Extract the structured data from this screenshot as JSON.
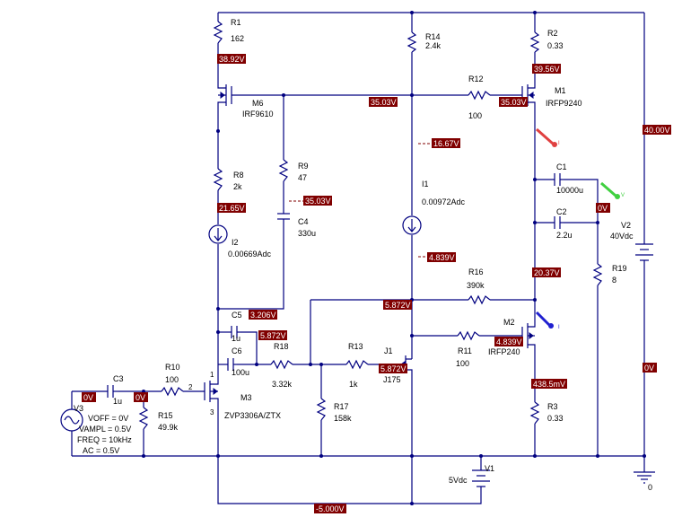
{
  "components": [
    {
      "id": "r1",
      "name": "R1",
      "value": "162"
    },
    {
      "id": "r2",
      "name": "R2",
      "value": "0.33"
    },
    {
      "id": "r14",
      "name": "R14",
      "value": "2.4k"
    },
    {
      "id": "r12",
      "name": "R12",
      "value": "100"
    },
    {
      "id": "m6",
      "name": "M6",
      "value": "IRF9610"
    },
    {
      "id": "m1",
      "name": "M1",
      "value": "IRFP9240"
    },
    {
      "id": "r8",
      "name": "R8",
      "value": "2k"
    },
    {
      "id": "r9",
      "name": "R9",
      "value": "47"
    },
    {
      "id": "c4",
      "name": "C4",
      "value": "330u"
    },
    {
      "id": "i1",
      "name": "I1",
      "value": "0.00972Adc"
    },
    {
      "id": "c1",
      "name": "C1",
      "value": "10000u"
    },
    {
      "id": "c2",
      "name": "C2",
      "value": "2.2u"
    },
    {
      "id": "v2",
      "name": "V2",
      "value": "40Vdc"
    },
    {
      "id": "i2",
      "name": "I2",
      "value": "0.00669Adc"
    },
    {
      "id": "r16",
      "name": "R16",
      "value": "390k"
    },
    {
      "id": "r19",
      "name": "R19",
      "value": "8"
    },
    {
      "id": "c5",
      "name": "C5",
      "value": "1u"
    },
    {
      "id": "m2",
      "name": "M2",
      "value": "IRFP240"
    },
    {
      "id": "c6",
      "name": "C6",
      "value": "100u"
    },
    {
      "id": "r18",
      "name": "R18",
      "value": "3.32k"
    },
    {
      "id": "r13",
      "name": "R13",
      "value": "1k"
    },
    {
      "id": "j1",
      "name": "J1",
      "value": "J175"
    },
    {
      "id": "r11",
      "name": "R11",
      "value": "100"
    },
    {
      "id": "c3",
      "name": "C3",
      "value": "1u"
    },
    {
      "id": "r10",
      "name": "R10",
      "value": "100"
    },
    {
      "id": "m3",
      "name": "M3",
      "value": "ZVP3306A/ZTX"
    },
    {
      "id": "r17",
      "name": "R17",
      "value": "158k"
    },
    {
      "id": "r3",
      "name": "R3",
      "value": "0.33"
    },
    {
      "id": "r15",
      "name": "R15",
      "value": "49.9k"
    },
    {
      "id": "v1",
      "name": "V1",
      "value": "5Vdc"
    }
  ],
  "v3": {
    "name": "V3",
    "params": [
      "VOFF = 0V",
      "VAMPL = 0.5V",
      "FREQ = 10kHz",
      "AC = 0.5V"
    ]
  },
  "voltages": [
    "38.92V",
    "39.56V",
    "35.03V",
    "35.03V",
    "40.00V",
    "16.67V",
    "35.03V",
    "21.65V",
    "0V",
    "4.839V",
    "20.37V",
    "5.872V",
    "3.206V",
    "5.872V",
    "4.839V",
    "5.872V",
    "438.5mV",
    "0V",
    "0V",
    "0V",
    "-5.000V"
  ],
  "pins": [
    "1",
    "2",
    "3"
  ],
  "ground": "0",
  "markers": [
    {
      "id": "red",
      "label": "I",
      "color": "#e04040"
    },
    {
      "id": "green",
      "label": "V",
      "color": "#40d040"
    },
    {
      "id": "blue",
      "label": "I",
      "color": "#2020d0"
    }
  ]
}
